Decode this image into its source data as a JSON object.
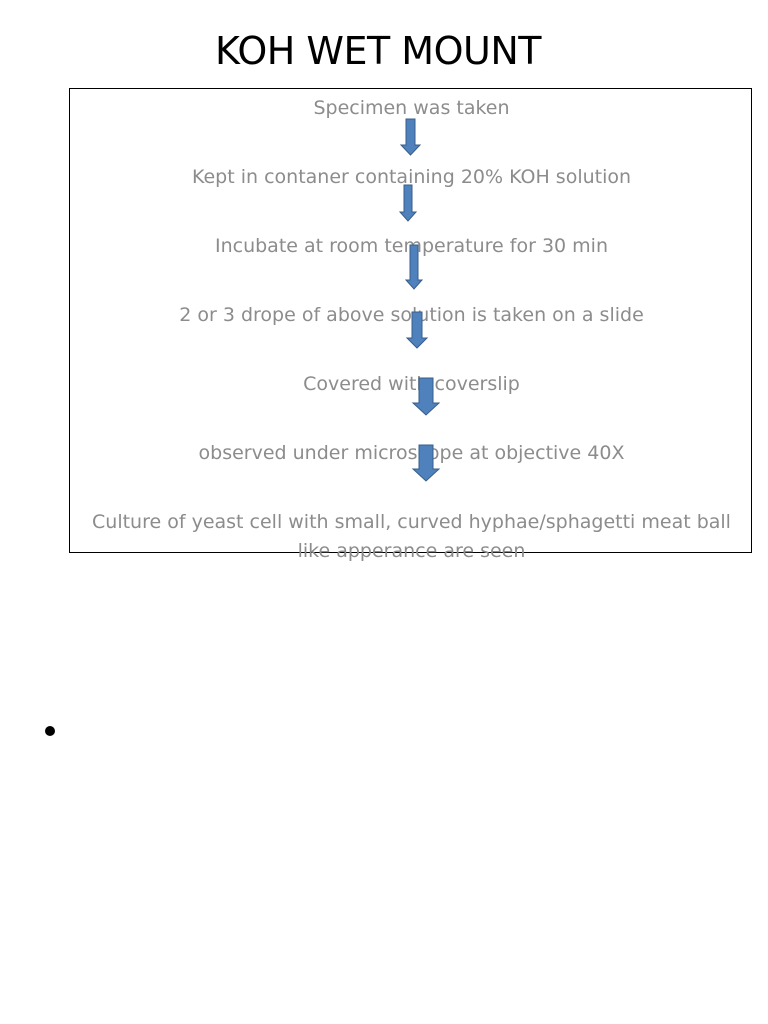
{
  "title": "KOH WET MOUNT",
  "steps": [
    "Specimen was taken",
    "Kept in contaner containing 20% KOH solution",
    "Incubate at room temperature for 30 min",
    "2 or 3 drope of above solution is taken on a slide",
    "Covered with coverslip",
    "observed under microscope at objective 40X",
    "Culture of yeast cell with small, curved hyphae/sphagetti meat ball like apperance are seen"
  ],
  "colors": {
    "arrow_fill": "#4f81bd",
    "arrow_stroke": "#385d8a",
    "step_text": "#8c8c8c",
    "title_text": "#000000"
  },
  "icons": {
    "arrow": "arrow-down-icon",
    "bullet": "bullet-icon"
  }
}
